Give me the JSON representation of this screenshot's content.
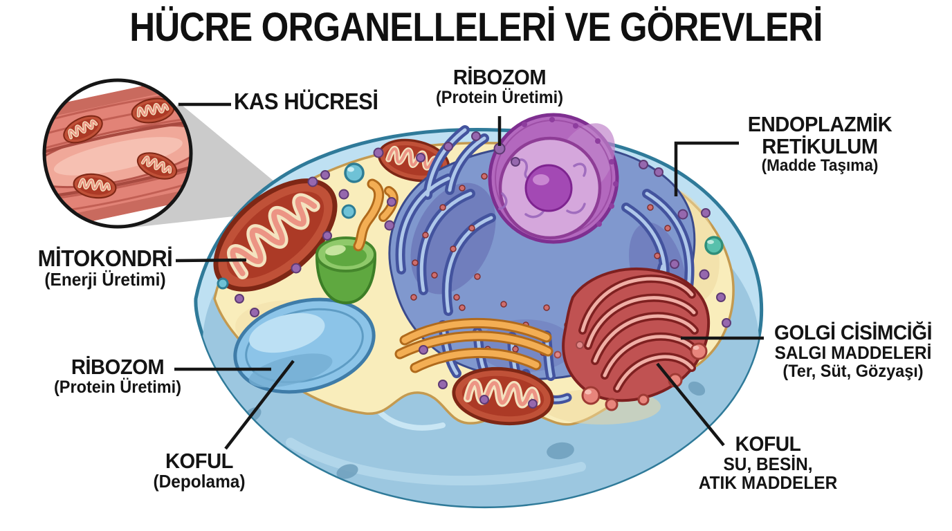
{
  "title": "HÜCRE ORGANELLELERİ VE GÖREVLERİ",
  "labels": {
    "kas_hucresi": {
      "title": "KAS HÜCRESİ"
    },
    "ribozom_ust": {
      "title": "RİBOZOM",
      "gorev": "(Protein Üretimi)"
    },
    "endoplazmik_retikulum": {
      "title1": "ENDOPLAZMİK",
      "title2": "RETİKULUM",
      "gorev": "(Madde Taşıma)"
    },
    "mitokondri": {
      "title": "MİTOKONDRİ",
      "gorev": "(Enerji Üretimi)"
    },
    "ribozom_sol": {
      "title": "RİBOZOM",
      "gorev": "(Protein Üretimi)"
    },
    "koful_sol": {
      "title": "KOFUL",
      "gorev": "(Depolama)"
    },
    "golgi": {
      "title": "GOLGİ CİSİMCİĞİ",
      "line2": "SALGI MADDELERİ",
      "line3": "(Ter, Süt, Gözyaşı)"
    },
    "koful_sag": {
      "title": "KOFUL",
      "line2": "SU, BESİN,",
      "line3": "ATIK MADDELER"
    }
  },
  "palette": {
    "background": "#FFFFFF",
    "label_text": "#141414",
    "leader_line": "#161616",
    "cytoplasm": "#F9EDBB",
    "cytoplasm_outline": "#C49A50",
    "membrane_fill": "#BEE0F2",
    "membrane_depth": "#9CC7E0",
    "membrane_outline": "#2F7A99",
    "nucleus": "#B368BE",
    "nucleus_face": "#D5A7DC",
    "nucleolus": "#A349B4",
    "endoplasmic_reticulum": "#8098CE",
    "er_outline": "#3A4A8C",
    "er_ribosome_dot": "#CE6E6E",
    "golgi": "#C05252",
    "golgi_outline": "#7E2020",
    "mitochondrion": "#C05138",
    "mitochondrion_outline": "#7E2715",
    "cristae": "#F4E3C0",
    "vacuole": "#8CC4E8",
    "green_vesicle": "#6FB750",
    "orange_strand": "#F3AE54",
    "teal_vesicle": "#6FC2D6",
    "purple_dot": "#9668AE",
    "muscle_fiber": "#E28377",
    "zoom_beam": "#CBCBCB"
  }
}
